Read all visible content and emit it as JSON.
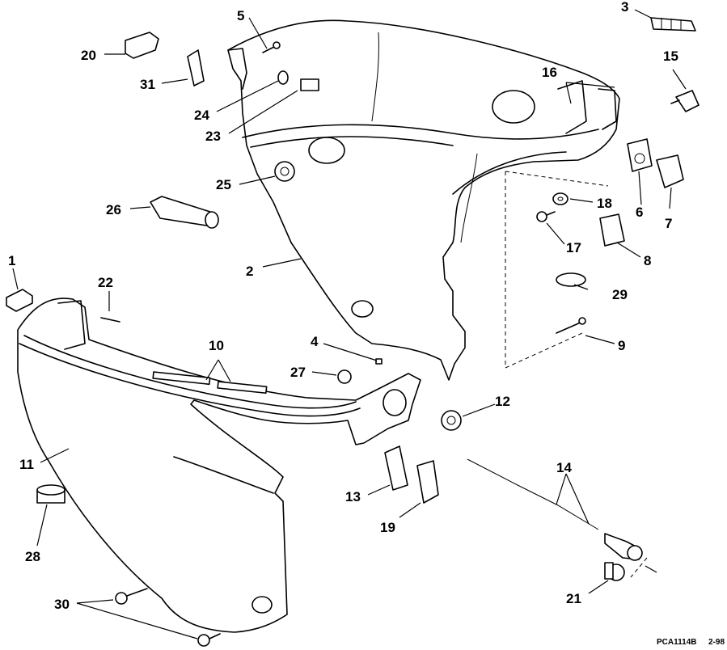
{
  "diagram": {
    "callouts": {
      "c1": "1",
      "c2": "2",
      "c3": "3",
      "c4": "4",
      "c5": "5",
      "c6": "6",
      "c7": "7",
      "c8": "8",
      "c9": "9",
      "c10": "10",
      "c11": "11",
      "c12": "12",
      "c13": "13",
      "c14": "14",
      "c15": "15",
      "c16": "16",
      "c17": "17",
      "c18": "18",
      "c19": "19",
      "c20": "20",
      "c21": "21",
      "c22": "22",
      "c23": "23",
      "c24": "24",
      "c25": "25",
      "c26": "26",
      "c27": "27",
      "c28": "28",
      "c29": "29",
      "c30": "30",
      "c31": "31"
    },
    "figure_code": "PCA1114B",
    "figure_date": "2-98"
  }
}
